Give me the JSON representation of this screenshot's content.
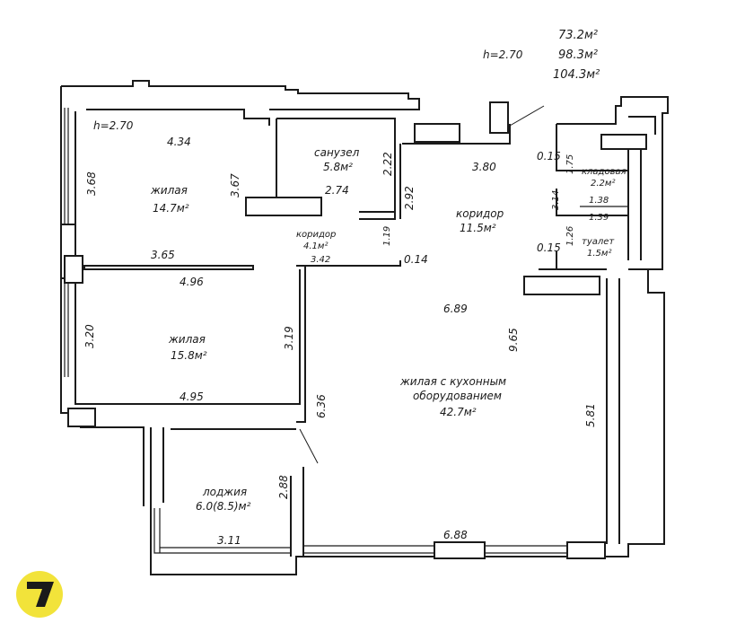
{
  "header": {
    "height_note": "h=2.70",
    "total_area_1": "73.2м²",
    "total_area_2": "98.3м²",
    "total_area_3": "104.3м²"
  },
  "rooms": {
    "living1": {
      "name": "жилая",
      "area": "14.7м²",
      "height": "h=2.70"
    },
    "bathroom": {
      "name": "санузел",
      "area": "5.8м²"
    },
    "corridor_small": {
      "name": "коридор",
      "area": "4.1м²"
    },
    "corridor": {
      "name": "коридор",
      "area": "11.5м²"
    },
    "storage": {
      "name": "кладовая",
      "area": "2.2м²"
    },
    "toilet": {
      "name": "туалет",
      "area": "1.5м²"
    },
    "living2": {
      "name": "жилая",
      "area": "15.8м²"
    },
    "kitchen_living": {
      "name_line1": "жилая с кухонным",
      "name_line2": "оборудованием",
      "area": "42.7м²"
    },
    "loggia": {
      "name": "лоджия",
      "area": "6.0(8.5)м²"
    }
  },
  "dimensions": {
    "d_434": "4.34",
    "d_368": "3.68",
    "d_367": "3.67",
    "d_222": "2.22",
    "d_274": "2.74",
    "d_292": "2.92",
    "d_380": "3.80",
    "d_015a": "0.15",
    "d_175": "1.75",
    "d_314": "3.14",
    "d_138": "1.38",
    "d_139": "1.39",
    "d_015b": "0.15",
    "d_126": "1.26",
    "d_119": "1.19",
    "d_342": "3.42",
    "d_014": "0.14",
    "d_365": "3.65",
    "d_496": "4.96",
    "d_689": "6.89",
    "d_965": "9.65",
    "d_320": "3.20",
    "d_319": "3.19",
    "d_495": "4.95",
    "d_636": "6.36",
    "d_581": "5.81",
    "d_288": "2.88",
    "d_311": "3.11",
    "d_688": "6.88"
  },
  "colors": {
    "ink": "#1a1a1a",
    "logo_yellow": "#f2e33a"
  },
  "logo": {
    "icon": "seven-logo-icon"
  }
}
